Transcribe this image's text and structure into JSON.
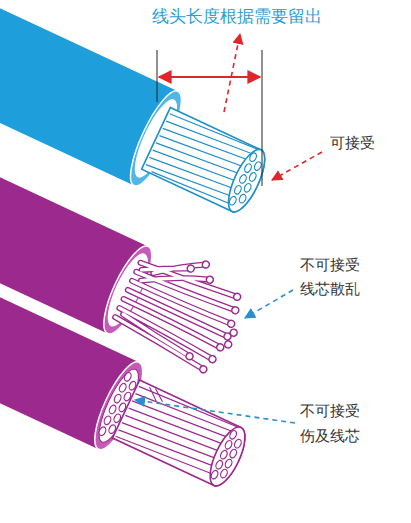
{
  "diagram": {
    "labels": [
      "线头长度根据需要留出",
      "可接受",
      "不可接受",
      "线芯散乱",
      "不可接受",
      "伤及线芯"
    ]
  }
}
